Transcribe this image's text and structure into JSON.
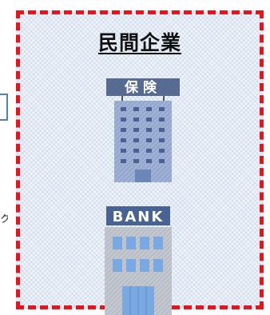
{
  "panel": {
    "title": "民間企業",
    "border_color": "#e8141b"
  },
  "buildings": [
    {
      "name": "insurance-building",
      "sign_text": "保険",
      "color": "#8ea3c9"
    },
    {
      "name": "bank-building",
      "sign_text": "BANK",
      "color": "#b3b9c4"
    }
  ],
  "left_edge": {
    "label_fragment": "ク"
  }
}
